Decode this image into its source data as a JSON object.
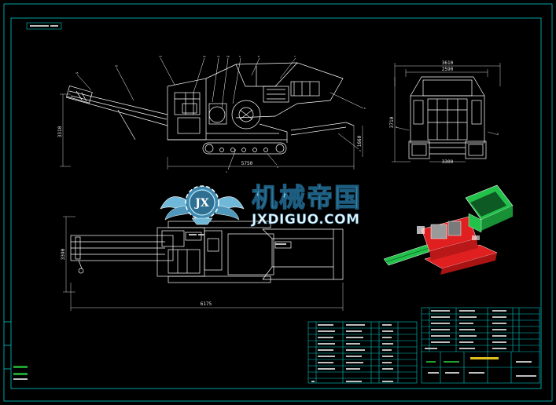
{
  "logo": {
    "badge": "JX",
    "chinese_name": "机械帝国",
    "domain": "JXDIGUO.COM"
  },
  "colors": {
    "frame": "#00c8c8",
    "drawing": "#ffffff",
    "dimension": "#d0d0d0",
    "logo_blue": "#8fd3ee",
    "model_red": "#e02020",
    "model_green": "#22c24a"
  },
  "side_view": {
    "height_dim": "3310",
    "length_dim": "5750",
    "right_dim": "1660"
  },
  "front_view": {
    "overall_width_dim": "3610",
    "inner_width_dim": "2590",
    "height_dim": "3710",
    "track_dim": "3300"
  },
  "top_view": {
    "width_dim": "3390",
    "length_dim": "6175"
  }
}
